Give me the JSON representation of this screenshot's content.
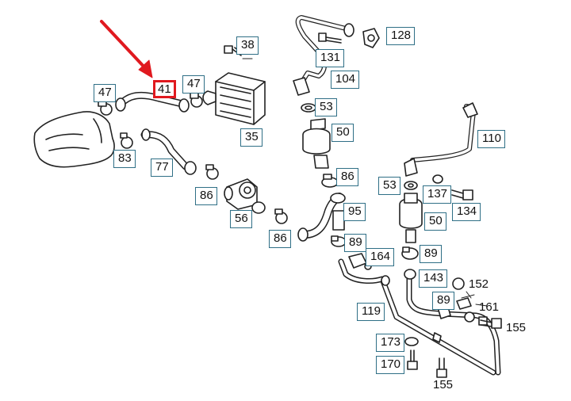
{
  "accent_color": "#e0191f",
  "frame_color": "#2f6f86",
  "highlighted_part": "41",
  "labels": {
    "p38": "38",
    "p131": "131",
    "p128": "128",
    "p104": "104",
    "p47a": "47",
    "p41": "41",
    "p47b": "47",
    "p53a": "53",
    "p50a": "50",
    "p35": "35",
    "p110": "110",
    "p83": "83",
    "p77": "77",
    "p86a": "86",
    "p86b": "86",
    "p53b": "53",
    "p137": "137",
    "p134": "134",
    "p56": "56",
    "p95": "95",
    "p50b": "50",
    "p86c": "86",
    "p89a": "89",
    "p164": "164",
    "p89b": "89",
    "p143": "143",
    "p152": "152",
    "p89c": "89",
    "p161": "161",
    "p119": "119",
    "p155a": "155",
    "p173": "173",
    "p170": "170",
    "p155b": "155"
  }
}
